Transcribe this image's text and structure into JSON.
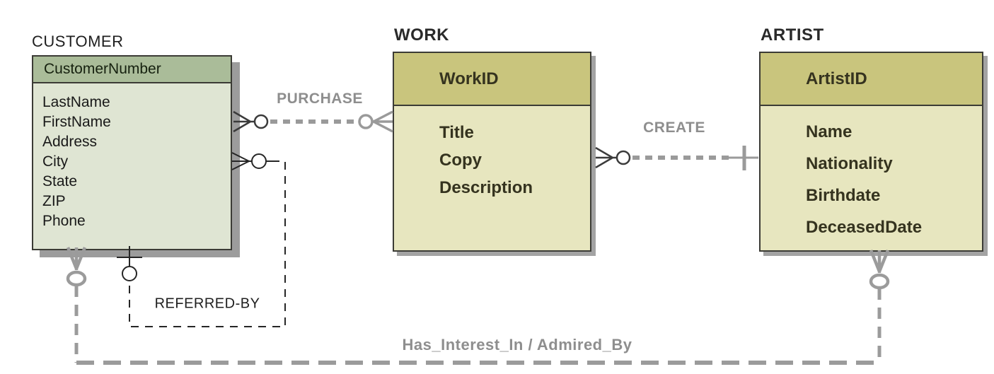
{
  "diagram_type": "entity-relationship-diagram",
  "entities": [
    {
      "name": "CUSTOMER",
      "key": "CustomerNumber",
      "attributes": [
        "LastName",
        "FirstName",
        "Address",
        "City",
        "State",
        "ZIP",
        "Phone"
      ],
      "header_color": "#aabc99",
      "body_color": "#dfe5d3"
    },
    {
      "name": "WORK",
      "key": "WorkID",
      "attributes": [
        "Title",
        "Copy",
        "Description"
      ],
      "header_color": "#c9c57d",
      "body_color": "#e7e6bf"
    },
    {
      "name": "ARTIST",
      "key": "ArtistID",
      "attributes": [
        "Name",
        "Nationality",
        "Birthdate",
        "DeceasedDate"
      ],
      "header_color": "#c9c57d",
      "body_color": "#e7e6bf"
    }
  ],
  "relationships": [
    {
      "label": "PURCHASE",
      "between": [
        "CUSTOMER",
        "WORK"
      ],
      "customer_end": "optional-many",
      "work_end": "optional-many",
      "line_style": "dashed"
    },
    {
      "label": "CREATE",
      "between": [
        "WORK",
        "ARTIST"
      ],
      "work_end": "optional-many",
      "artist_end": "mandatory-one",
      "line_style": "dashed"
    },
    {
      "label": "REFERRED-BY",
      "between": [
        "CUSTOMER",
        "CUSTOMER"
      ],
      "recursive": true,
      "many_end": "optional-many",
      "one_end": "optional-one",
      "line_style": "dashed"
    },
    {
      "label": "Has_Interest_In / Admired_By",
      "between": [
        "CUSTOMER",
        "ARTIST"
      ],
      "customer_end": "optional-many",
      "artist_end": "optional-many",
      "line_style": "dashed"
    }
  ],
  "colors": {
    "relationship_gray": "#9a9a9a",
    "label_gray": "#8e8e8e",
    "symbol_dark": "#3b3b3b",
    "referred_by_black": "#262626",
    "box_border": "#3b3b35",
    "shadow": "#9c9c9c"
  }
}
